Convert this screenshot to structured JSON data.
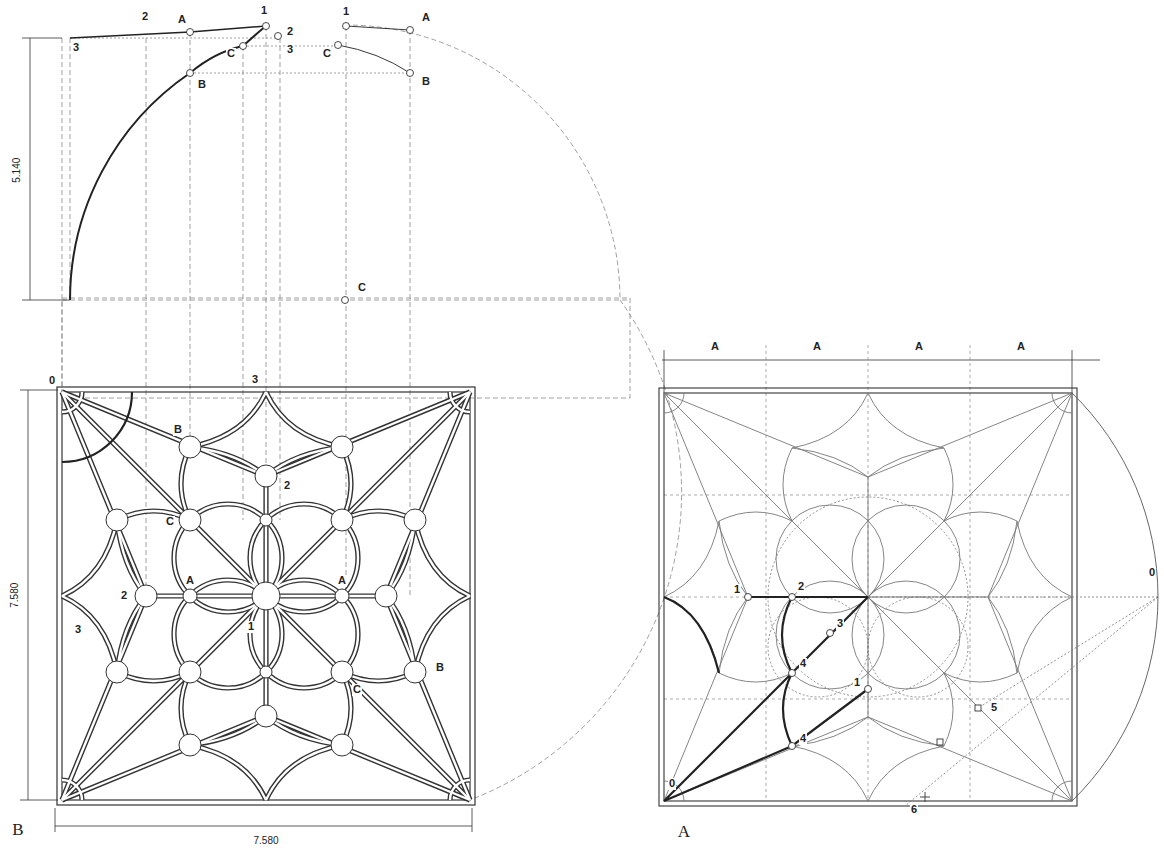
{
  "diagram": {
    "labels": [
      "2",
      "A",
      "1",
      "1",
      "A",
      "3",
      "C",
      "2",
      "3",
      "C",
      "B",
      "B",
      "5.140",
      "C",
      "0",
      "3",
      "B",
      "2",
      "C",
      "2",
      "A",
      "A",
      "1",
      "3",
      "C",
      "B",
      "7.580",
      "B",
      "7.580",
      "A",
      "A",
      "A",
      "A",
      "0",
      "1",
      "2",
      "3",
      "4",
      "1",
      "5",
      "4",
      "6",
      "0",
      "A"
    ]
  }
}
